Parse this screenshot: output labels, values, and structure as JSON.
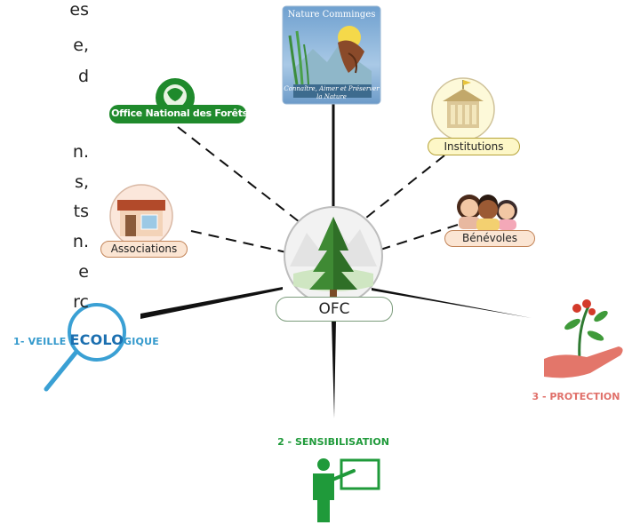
{
  "partial_text": [
    "es",
    "e,",
    "d",
    "n.",
    "s,",
    "ts",
    "n.",
    "e",
    "rc"
  ],
  "center": {
    "label": "OFC"
  },
  "nodes": {
    "nature_cummings": {
      "title": "Nature Comminges",
      "subtitle_line1": "Connaître, Aimer et Préserver",
      "subtitle_line2": "la Nature"
    },
    "onf": {
      "label": "Office National des Forêts"
    },
    "institutions": {
      "label": "Institutions"
    },
    "associations": {
      "label": "Associations"
    },
    "benevoles": {
      "label": "Bénévoles"
    }
  },
  "missions": {
    "veille_prefix": "1- VEILLE ",
    "veille_big": "ECOLO",
    "veille_suffix": "GIQUE",
    "sensibilisation": "2 - SENSIBILISATION",
    "protection": "3 - PROTECTION"
  },
  "colors": {
    "veille": "#3399cc",
    "sensibilisation": "#1f9a3a",
    "protection": "#e0706a",
    "onf_green": "#1f8a2c"
  },
  "icons": [
    "nature-comminges-logo",
    "onf-logo",
    "institution-building-icon",
    "shop-icon",
    "volunteers-icon",
    "pine-tree-icon",
    "magnifier-icon",
    "teacher-icon",
    "hand-plant-icon"
  ]
}
